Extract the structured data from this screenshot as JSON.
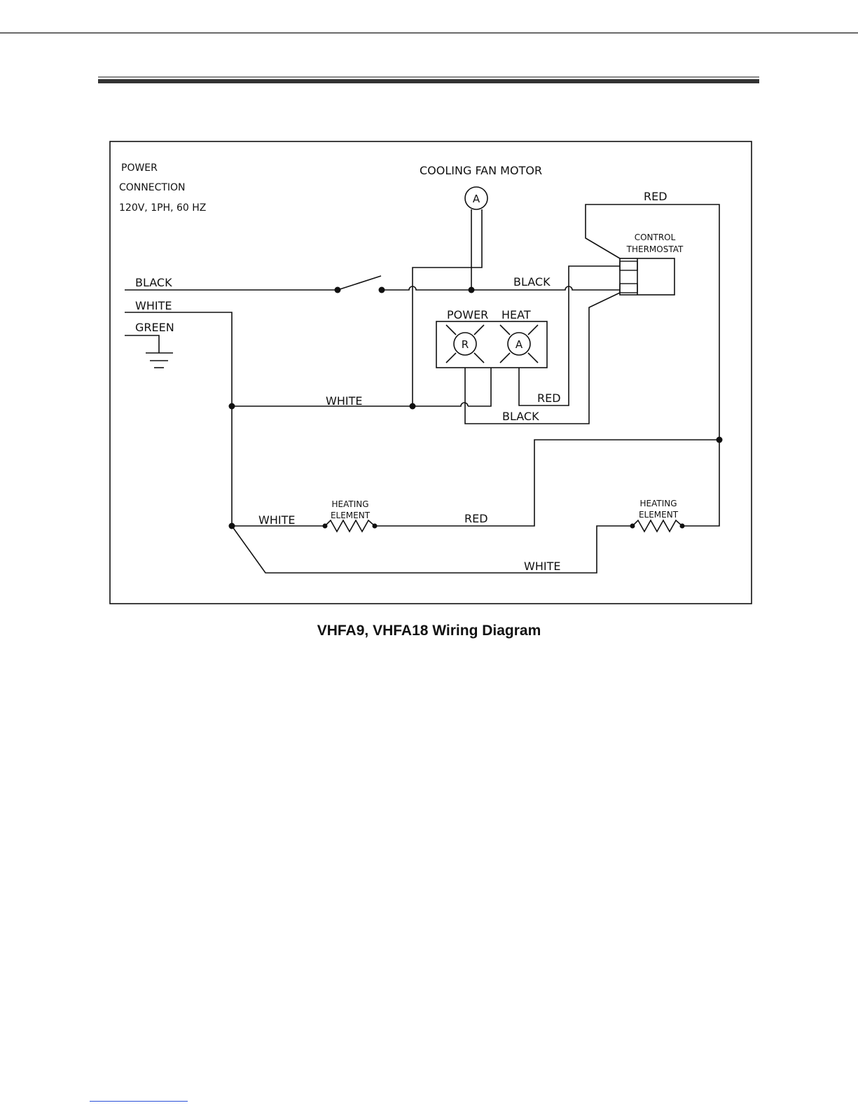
{
  "caption": "VHFA9, VHFA18 Wiring Diagram",
  "power_connection": {
    "line1": "POWER",
    "line2": "CONNECTION",
    "line3": "120V, 1PH, 60 HZ"
  },
  "components": {
    "fan_motor_label": "COOLING FAN MOTOR",
    "fan_motor_symbol": "A",
    "thermostat_line1": "CONTROL",
    "thermostat_line2": "THERMOSTAT",
    "power_lamp_label": "POWER",
    "power_lamp_symbol": "R",
    "heat_lamp_label": "HEAT",
    "heat_lamp_symbol": "A",
    "heater1_line1": "HEATING",
    "heater1_line2": "ELEMENT",
    "heater2_line1": "HEATING",
    "heater2_line2": "ELEMENT"
  },
  "wires": {
    "black_in": "BLACK",
    "white_in": "WHITE",
    "green_in": "GREEN",
    "black_to_thermostat": "BLACK",
    "red_top": "RED",
    "white_mid": "WHITE",
    "red_lamp": "RED",
    "black_lamp": "BLACK",
    "white_heater1": "WHITE",
    "red_heater1": "RED",
    "white_bottom": "WHITE"
  },
  "colors": {
    "ink": "#111111",
    "background": "#ffffff",
    "link": "#2a4fd8"
  }
}
